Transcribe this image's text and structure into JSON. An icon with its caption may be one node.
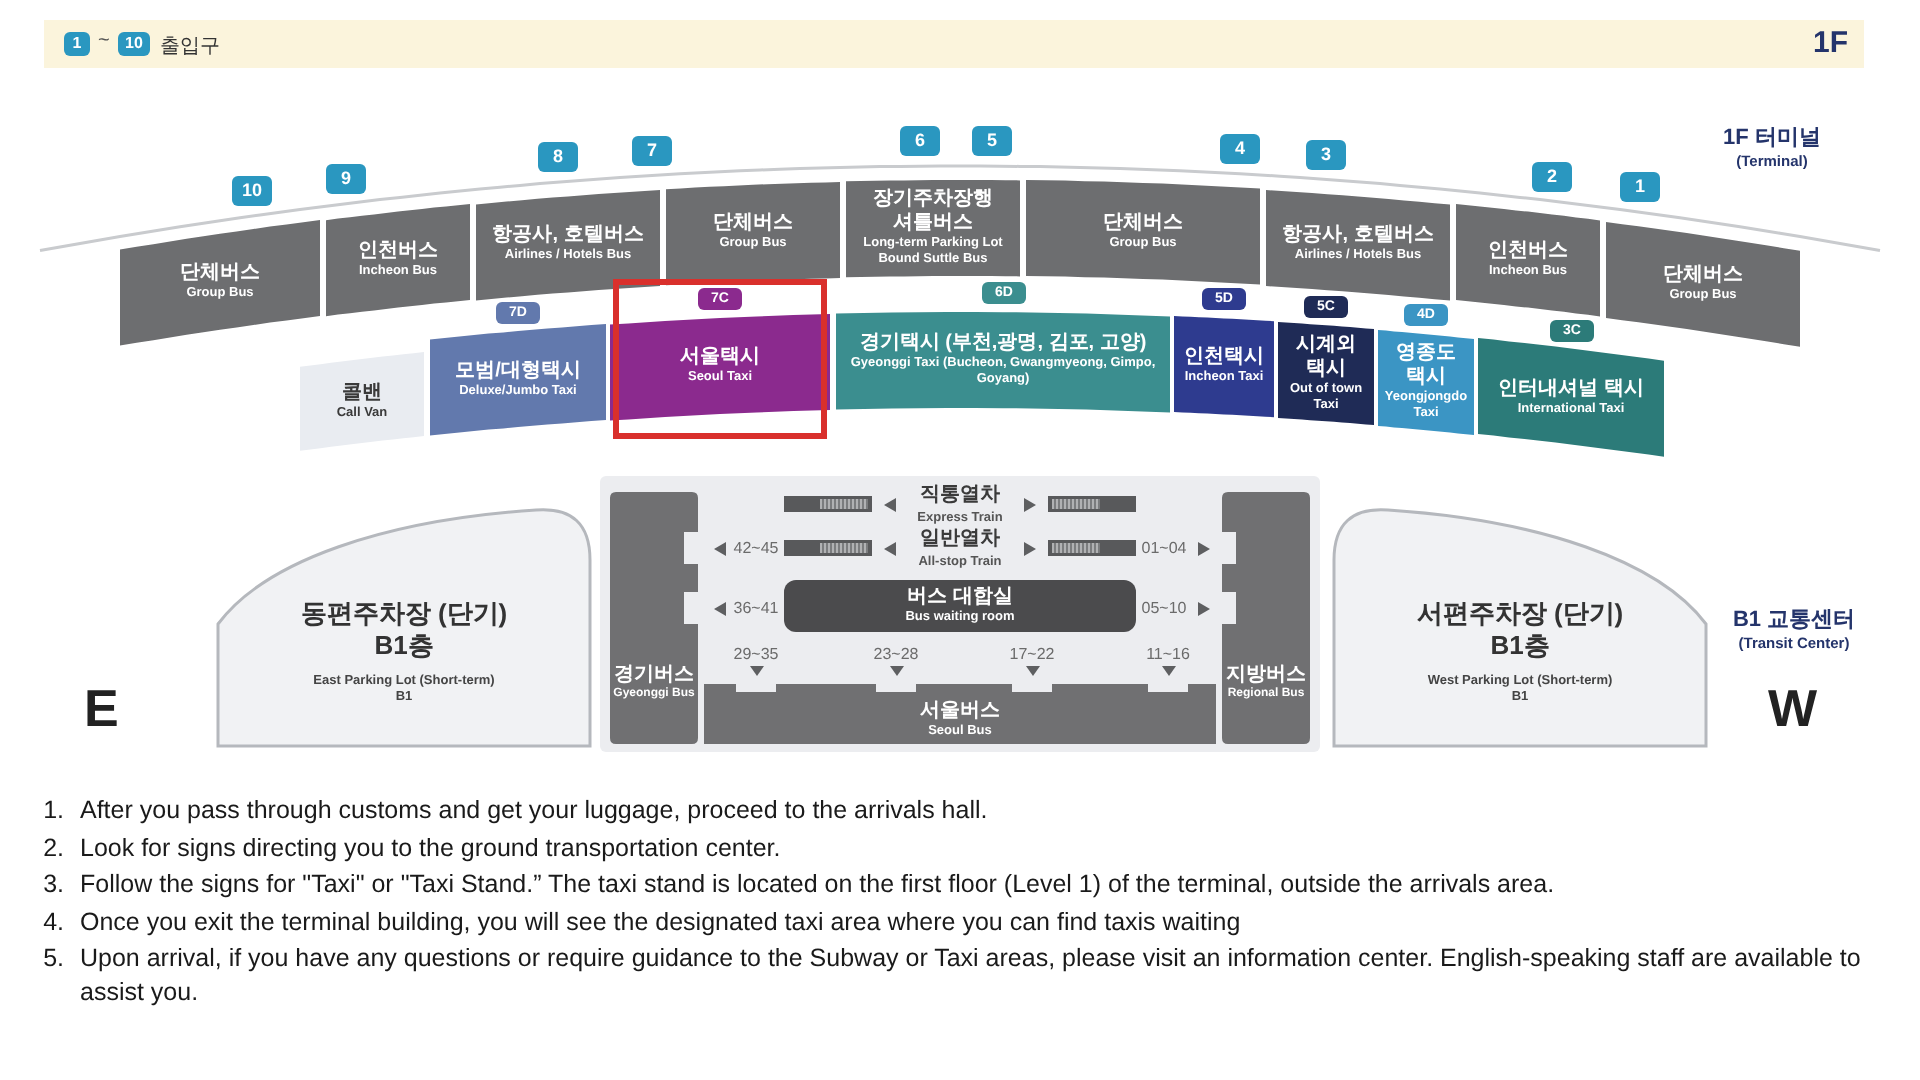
{
  "diagram": {
    "nodes": [
      {
        "text": [
          "~",
          "출입구",
          "1F"
        ]
      },
      {
        "text": [
          "1"
        ],
        "in": 0
      },
      {
        "text": [
          "10"
        ],
        "in": 0
      },
      {
        "text": [
          "10"
        ]
      },
      {
        "text": [
          "9"
        ]
      },
      {
        "text": [
          "8"
        ]
      },
      {
        "text": [
          "7"
        ]
      },
      {
        "text": [
          "6"
        ]
      },
      {
        "text": [
          "5"
        ]
      },
      {
        "text": [
          "4"
        ]
      },
      {
        "text": [
          "3"
        ]
      },
      {
        "text": [
          "2"
        ]
      },
      {
        "text": [
          "1"
        ]
      },
      {
        "text": [
          "단체버스",
          "Group Bus"
        ]
      },
      {
        "text": [
          "인천버스",
          "Incheon Bus"
        ]
      },
      {
        "text": [
          "항공사, 호텔버스",
          "Airlines / Hotels Bus"
        ]
      },
      {
        "text": [
          "단체버스",
          "Group Bus"
        ]
      },
      {
        "text": [
          "장기주차장행 셔틀버스",
          "Long-term Parking Lot Bound Suttle Bus"
        ]
      },
      {
        "text": [
          "단체버스",
          "Group Bus"
        ]
      },
      {
        "text": [
          "항공사, 호텔버스",
          "Airlines / Hotels Bus"
        ]
      },
      {
        "text": [
          "인천버스",
          "Incheon Bus"
        ]
      },
      {
        "text": [
          "단체버스",
          "Group Bus"
        ]
      },
      {
        "text": [
          "7D"
        ]
      },
      {
        "text": [
          "7C"
        ]
      },
      {
        "text": [
          "6D"
        ]
      },
      {
        "text": [
          "5D"
        ]
      },
      {
        "text": [
          "5C"
        ]
      },
      {
        "text": [
          "4D"
        ]
      },
      {
        "text": [
          "3C"
        ]
      },
      {
        "text": [
          "콜밴",
          "Call Van"
        ]
      },
      {
        "text": [
          "모범/대형택시",
          "Deluxe/Jumbo Taxi"
        ]
      },
      {
        "text": [
          "서울택시",
          "Seoul Taxi"
        ]
      },
      {
        "text": [
          "경기택시 (부천,광명, 김포, 고양)",
          "Gyeonggi Taxi (Bucheon, Gwangmyeong, Gimpo, Goyang)"
        ]
      },
      {
        "text": [
          "인천택시",
          "Incheon Taxi"
        ]
      },
      {
        "text": [
          "시계외 택시",
          "Out of town Taxi"
        ]
      },
      {
        "text": [
          "영종도 택시",
          "Yeongjongdo Taxi"
        ]
      },
      {
        "text": [
          "인터내셔널 택시",
          "International Taxi"
        ]
      },
      {
        "text": [
          "동편주차장 (단기) B1층",
          "East Parking Lot (Short-term) B1"
        ]
      },
      {
        "text": [
          "직통열차",
          "Express Train",
          "42~45",
          "일반열차",
          "All-stop Train",
          "01~04",
          "36~41",
          "05~10",
          "29~35",
          "23~28",
          "17~22",
          "11~16"
        ]
      },
      {
        "text": [
          "경기버스",
          "Gyeonggi Bus"
        ],
        "in": 38
      },
      {
        "text": [
          "버스 대합실",
          "Bus waiting room"
        ],
        "in": 38
      },
      {
        "text": [
          "지방버스",
          "Regional Bus"
        ],
        "in": 38
      },
      {
        "text": [
          "서울버스",
          "Seoul Bus"
        ],
        "in": 38
      },
      {
        "text": [
          "서편주차장 (단기) B1층",
          "West Parking Lot (Short-term) B1"
        ]
      }
    ],
    "labels": [
      "1F 터미널",
      "(Terminal)",
      "B1 교통센터",
      "(Transit Center)",
      "E",
      "W",
      "1.",
      "After you pass through customs and get your luggage, proceed to the arrivals hall.",
      "2.",
      "Look for signs directing you to the ground transportation center.",
      "3.",
      "Follow the signs for \"Taxi\" or \"Taxi Stand.” The taxi stand is located on the first floor (Level 1) of the terminal, outside the arrivals area.",
      "4.",
      "Once you exit the terminal building, you will see the designated taxi area where you can find taxis waiting",
      "5.",
      "Upon arrival, if you have any questions or require guidance to the Subway or Taxi areas, please visit an information center. English-speaking staff are available to assist you."
    ]
  }
}
